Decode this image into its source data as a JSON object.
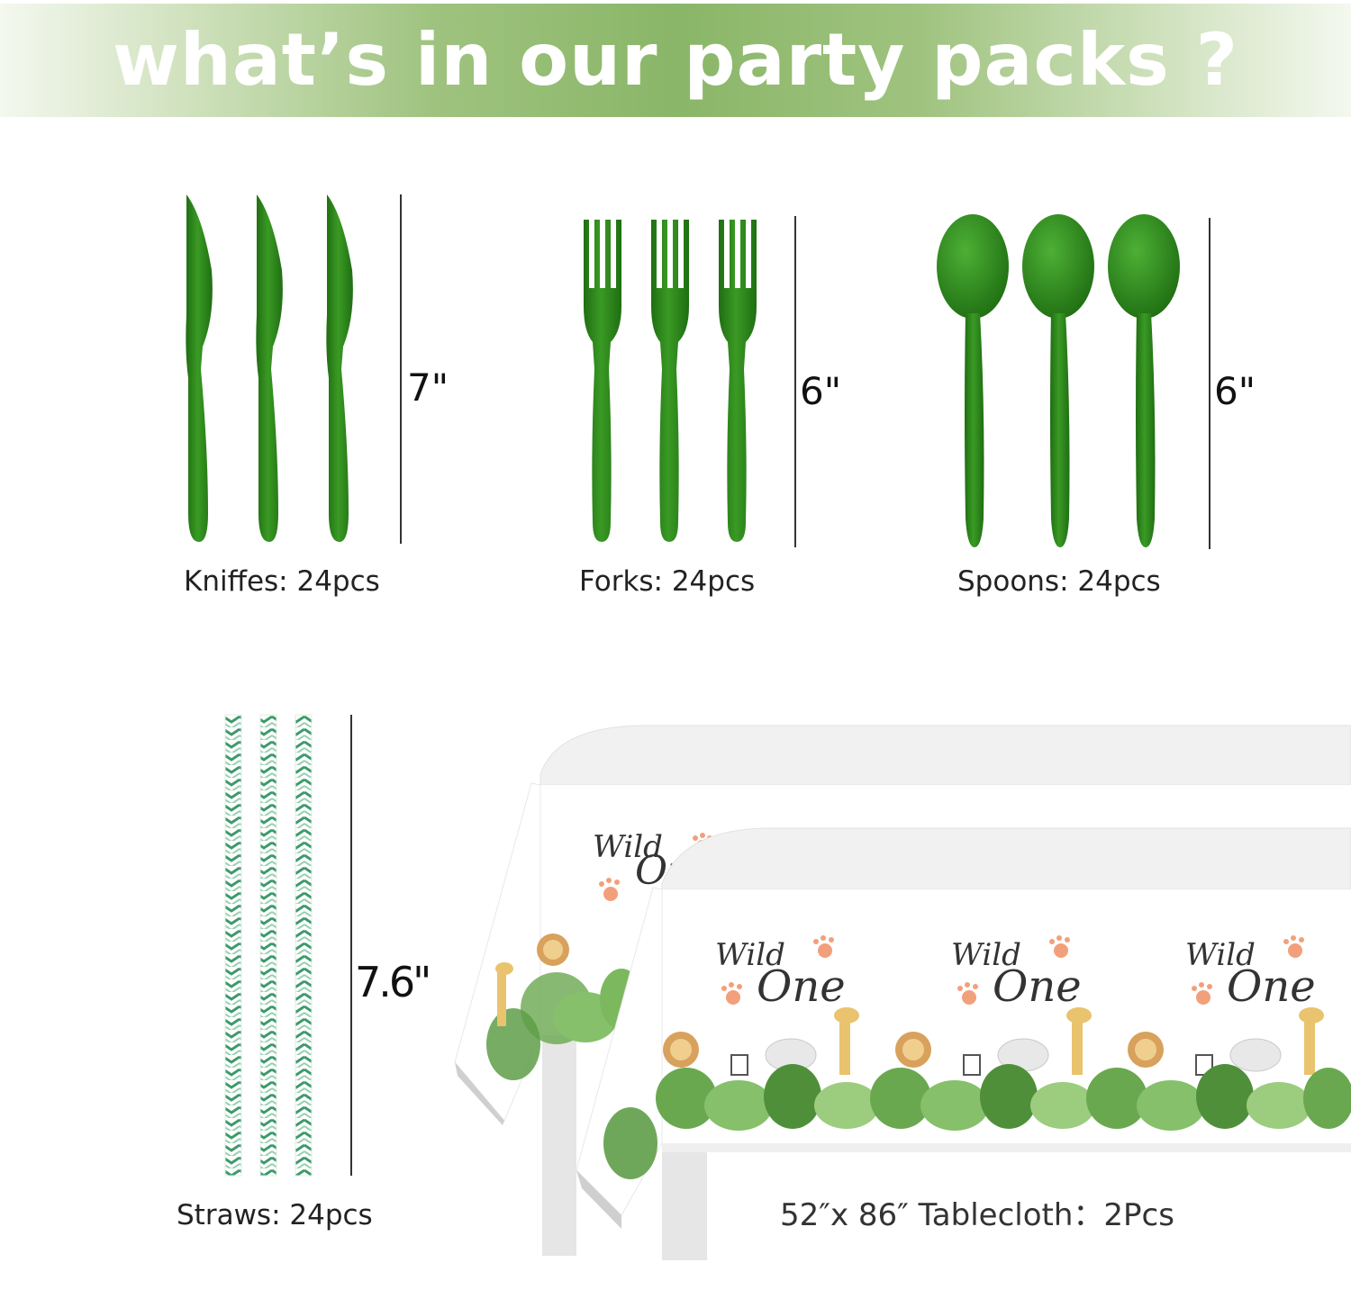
{
  "banner": {
    "title": "what’s in our party packs ?"
  },
  "items": [
    {
      "id": "knives",
      "label": "Kniffes: 24pcs",
      "dimension": "7\""
    },
    {
      "id": "forks",
      "label": "Forks: 24pcs",
      "dimension": "6\""
    },
    {
      "id": "spoons",
      "label": "Spoons: 24pcs",
      "dimension": "6\""
    },
    {
      "id": "straws",
      "label": "Straws: 24pcs",
      "dimension": "7.6\""
    }
  ],
  "tablecloth": {
    "label": "52″x 86″ Tablecloth：2Pcs",
    "print_word_1": "Wild",
    "print_word_2": "One"
  },
  "colors": {
    "cutlery_green": "#2e8a1c",
    "banner_green": "#8ab668",
    "straw_green": "#3d9a6a"
  }
}
